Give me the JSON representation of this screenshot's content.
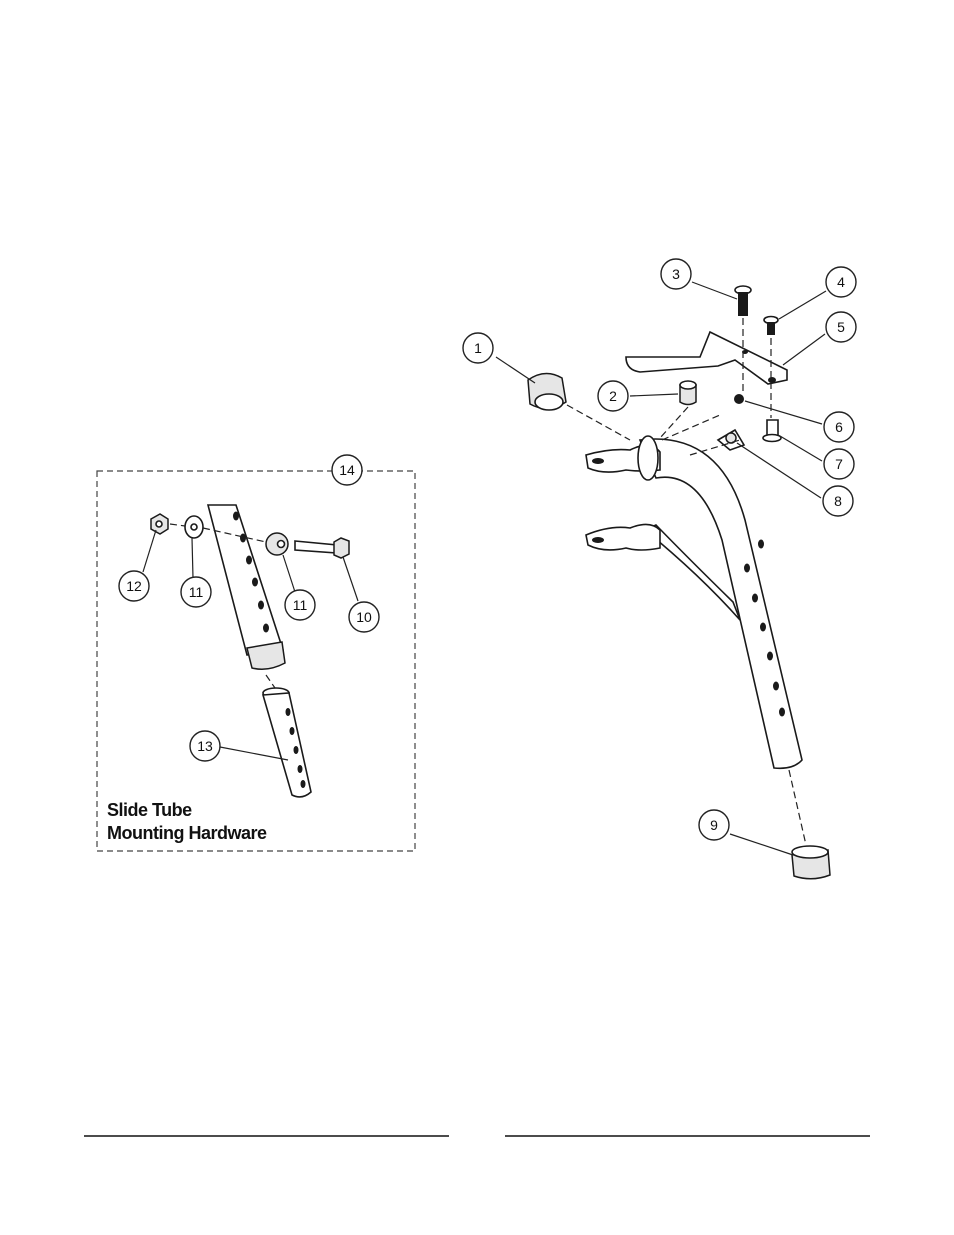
{
  "kit": {
    "title_line1": "Slide Tube",
    "title_line2": "Mounting Hardware"
  },
  "callouts": {
    "c1": "1",
    "c2": "2",
    "c3": "3",
    "c4": "4",
    "c5": "5",
    "c6": "6",
    "c7": "7",
    "c8": "8",
    "c9": "9",
    "c10": "10",
    "c11a": "11",
    "c11b": "11",
    "c12": "12",
    "c13": "13",
    "c14": "14"
  }
}
